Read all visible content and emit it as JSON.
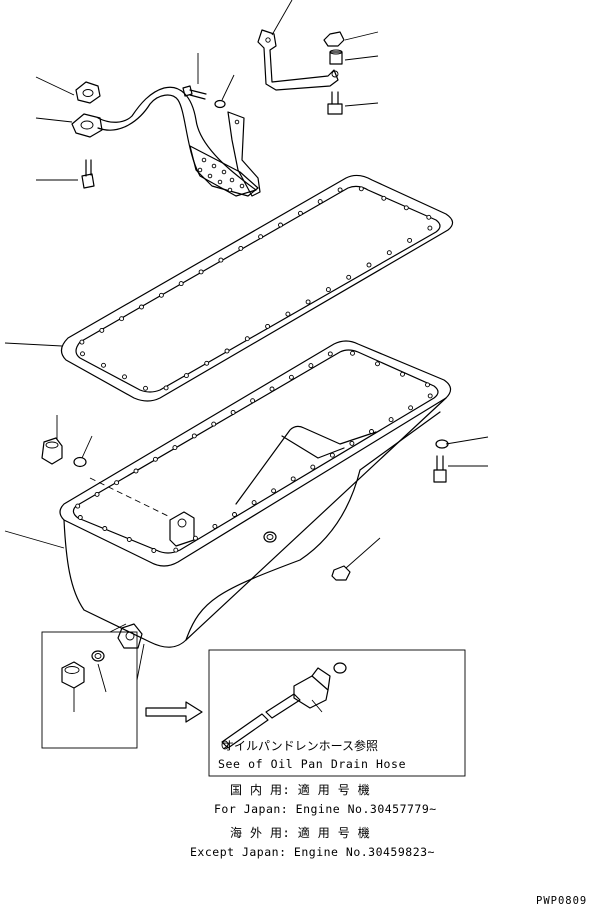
{
  "inset_note_jp": "オイルパンドレンホース参照",
  "inset_note_en": "See of Oil Pan Drain Hose",
  "applicability": [
    {
      "label_jp": "国 内 用: 適 用 号 機",
      "label_en": "For Japan: Engine No.30457779~"
    },
    {
      "label_jp": "海 外 用: 適 用 号 機",
      "label_en": "Except Japan: Engine No.30459823~"
    }
  ],
  "drawing_code": "PWP0809"
}
